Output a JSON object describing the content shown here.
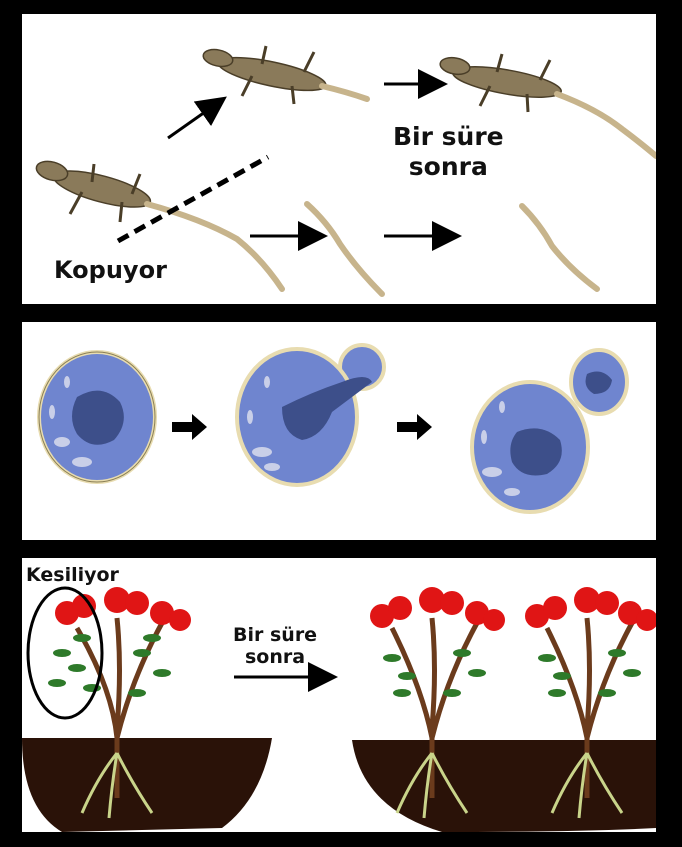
{
  "panel_lizard": {
    "time_label_line1": "Bir süre",
    "time_label_line2": "sonra",
    "break_label": "Kopuyor"
  },
  "panel_yeast": {},
  "panel_plant": {
    "cut_label": "Kesiliyor",
    "time_label_line1": "Bir süre",
    "time_label_line2": "sonra"
  },
  "colors": {
    "frame": "#000000",
    "lizard_body": "#8a7a5a",
    "tail": "#c7b48c",
    "cell_fill": "#6f85cf",
    "cell_wall": "#e8dcb0",
    "nucleus": "#3d4f8a",
    "flower": "#e01515",
    "leaf": "#2e7a2a",
    "stem": "#6b3b1c",
    "soil": "#2a1208",
    "root": "#c9d48a"
  }
}
